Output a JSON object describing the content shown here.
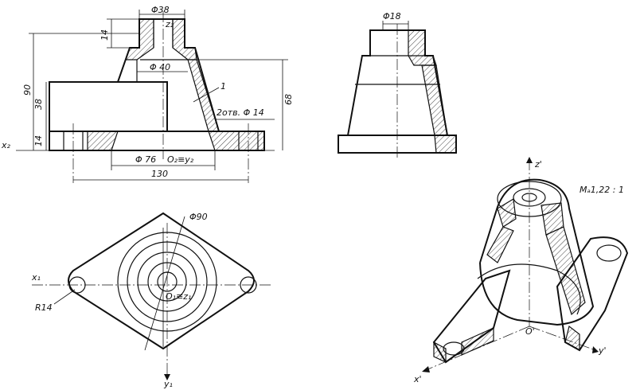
{
  "front_view": {
    "dim_top_diameter": "Φ38",
    "dim_top_height": "14",
    "axis_z2": "z₂",
    "dim_inner_diameter": "Φ 40",
    "dim_total_height": "90",
    "dim_arm_height": "38",
    "dim_base_height": "14",
    "dim_right_height": "68",
    "leader_1": "1",
    "holes_note": "2отв. Φ 14",
    "axis_x2": "x₂",
    "dim_base_diameter": "Φ 76",
    "origin_label": "O₂≡y₂",
    "dim_length": "130"
  },
  "side_view": {
    "dim_hole_diameter": "Φ18"
  },
  "top_view": {
    "dim_outer_diameter": "Φ90",
    "axis_x1": "x₁",
    "dim_radius": "R14",
    "origin_label": "O₁≡z₁",
    "axis_y1": "y₁"
  },
  "axonometric": {
    "axis_z": "z'",
    "scale_label": "Mₐ1,22 : 1",
    "origin_label": "O'",
    "axis_y": "y'",
    "axis_x": "x'"
  }
}
